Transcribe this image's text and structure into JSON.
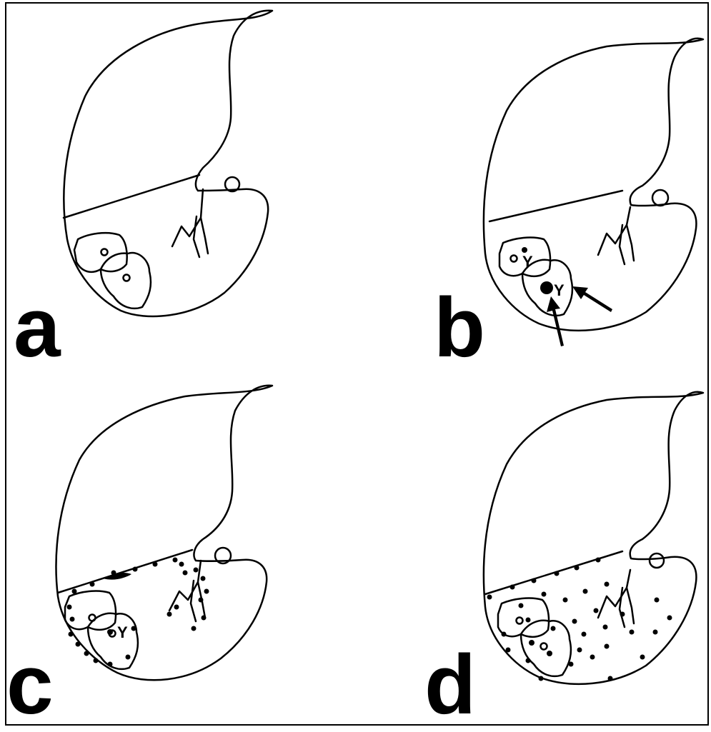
{
  "figure": {
    "panels": [
      {
        "id": "a",
        "label": "a",
        "cell_markers": [
          "",
          ""
        ]
      },
      {
        "id": "b",
        "label": "b",
        "cell_markers": [
          "Y",
          "Y"
        ]
      },
      {
        "id": "c",
        "label": "c",
        "cell_markers": [
          "",
          "Y"
        ]
      },
      {
        "id": "d",
        "label": "d",
        "cell_markers": [
          "",
          ""
        ]
      }
    ],
    "colors": {
      "line": "#000000",
      "background": "#ffffff"
    }
  }
}
